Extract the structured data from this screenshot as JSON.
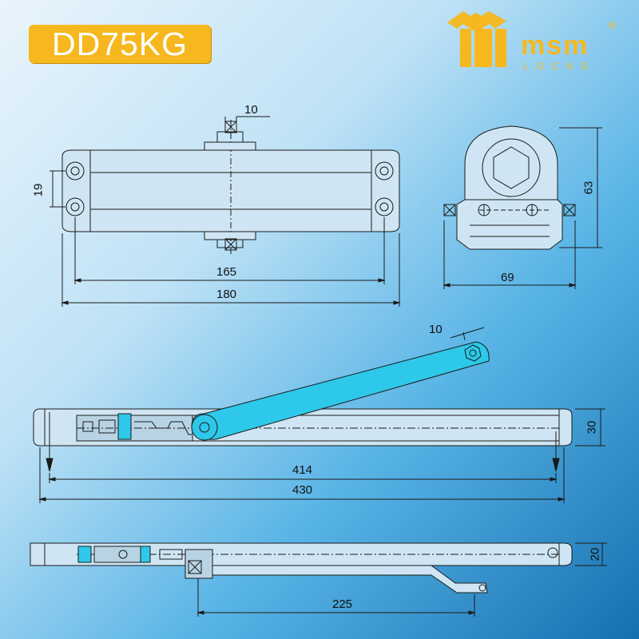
{
  "header": {
    "model_code": "DD75KG",
    "brand": {
      "name": "msm",
      "sub": "LOCKS",
      "registered": "®",
      "logo_color": "#f6b81e",
      "logo": "msm-logo-icon"
    }
  },
  "drawing": {
    "colors": {
      "background_light": "#dfeefa",
      "background_mid": "#6cc0ec",
      "background_dark": "#1778b8",
      "outline": "#1a1a1a",
      "arm_fill": "#2ec8ea",
      "part_fill": "#c9dde8"
    },
    "top_view": {
      "dims": {
        "pin": "10",
        "hole_spacing": "19",
        "hole_center": "165",
        "length": "180"
      }
    },
    "end_view": {
      "dims": {
        "height": "63",
        "width": "69"
      }
    },
    "side_view": {
      "dims": {
        "arm_angle": "10",
        "height": "30",
        "screw_spacing": "414",
        "total_length": "430"
      }
    },
    "bottom_view": {
      "dims": {
        "height": "20",
        "arm_length": "225"
      }
    }
  }
}
